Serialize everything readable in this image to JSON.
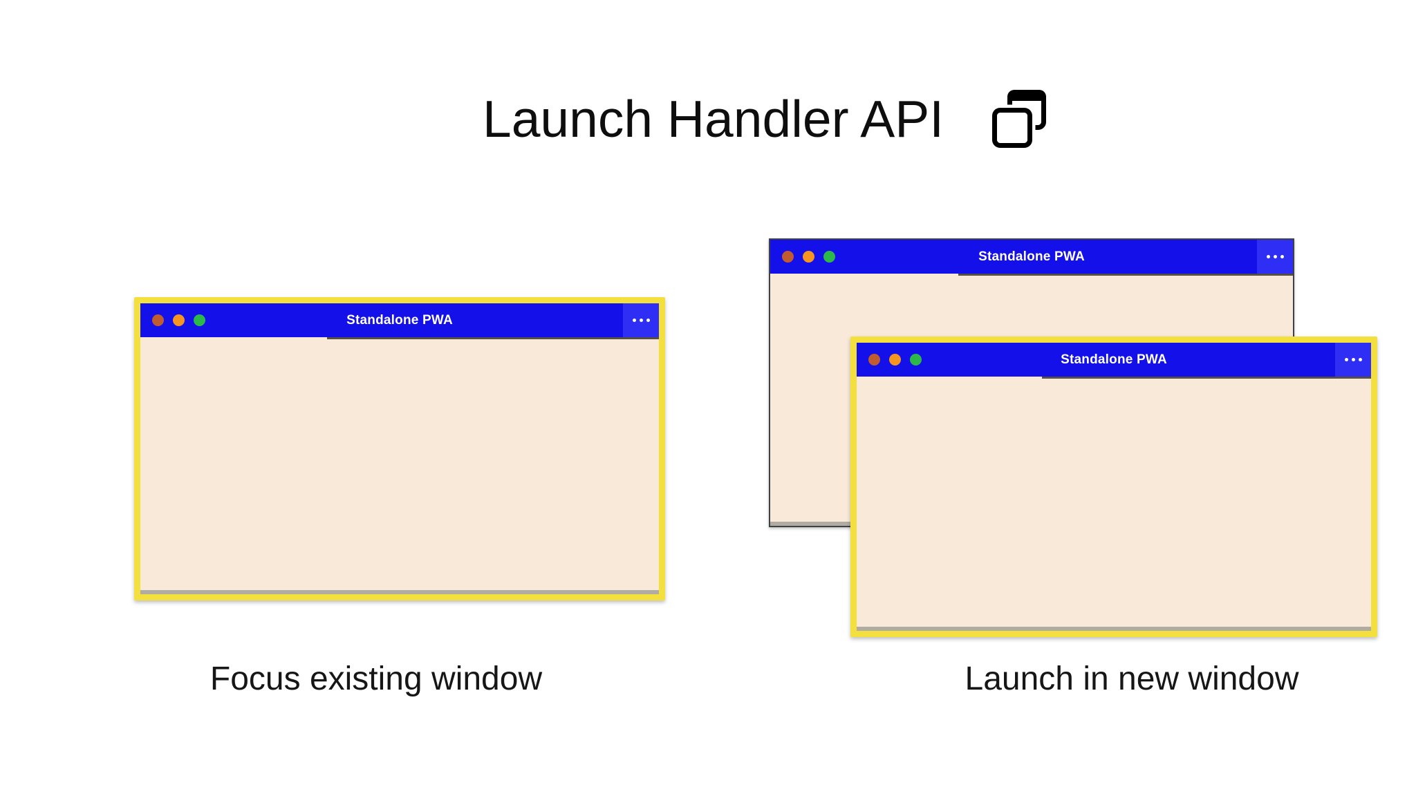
{
  "heading": {
    "title": "Launch Handler API",
    "icon": "overlapping-windows-icon"
  },
  "colors": {
    "titlebar_blue": "#1310ea",
    "menu_button_blue": "#2e2ef5",
    "window_body_cream": "#f8e9d8",
    "focus_border_yellow": "#f3e03e",
    "inactive_border_gray": "#3e4145",
    "titlebar_shadow": "rgba(45,40,33,0.8)",
    "dot_red": "#c05c30",
    "dot_orange": "#f6951f",
    "dot_green": "#2db94a",
    "titlebar_text": "#ffffff",
    "caption_text": "#161616"
  },
  "scenarios": [
    {
      "caption": "Focus existing window",
      "windows": [
        {
          "title": "Standalone PWA",
          "state": "focused-existing",
          "traffic_lights": [
            "close-dot",
            "minimize-dot",
            "maximize-dot"
          ],
          "menu_icon": "ellipsis-menu-icon"
        }
      ]
    },
    {
      "caption": "Launch in new window",
      "windows": [
        {
          "title": "Standalone PWA",
          "state": "background",
          "traffic_lights": [
            "close-dot",
            "minimize-dot",
            "maximize-dot"
          ],
          "menu_icon": "ellipsis-menu-icon"
        },
        {
          "title": "Standalone PWA",
          "state": "focused-new",
          "traffic_lights": [
            "close-dot",
            "minimize-dot",
            "maximize-dot"
          ],
          "menu_icon": "ellipsis-menu-icon"
        }
      ]
    }
  ]
}
